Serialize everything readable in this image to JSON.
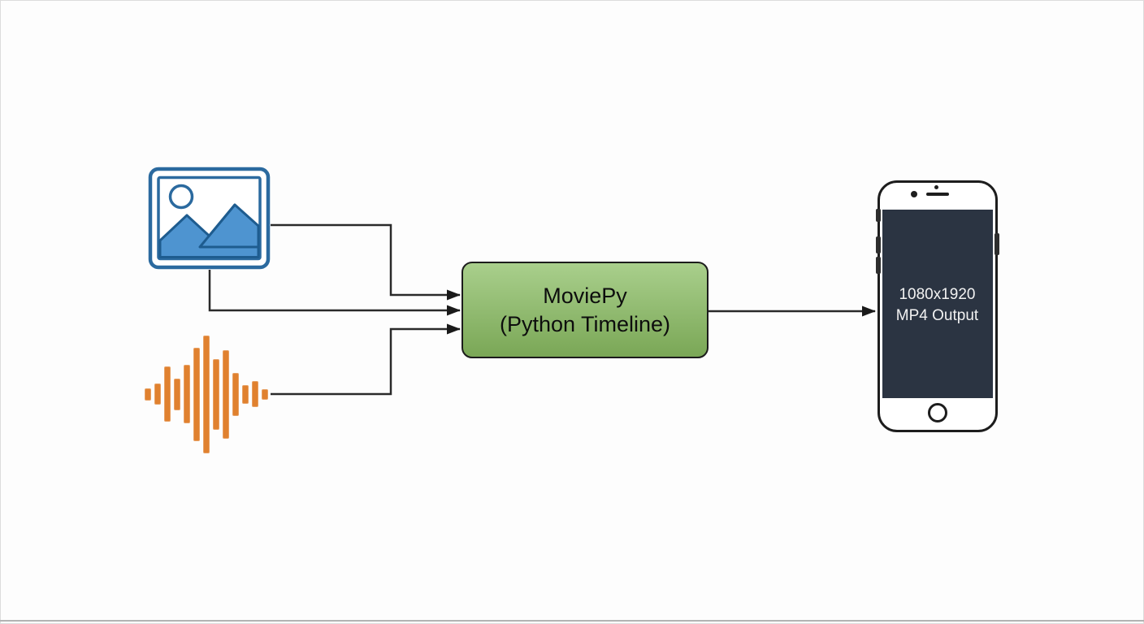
{
  "diagram": {
    "image_input": {
      "icon": "image-icon"
    },
    "audio_input": {
      "icon": "audio-waveform-icon",
      "bar_heights": [
        15,
        26,
        68,
        39,
        72,
        115,
        145,
        87,
        109,
        53,
        23,
        32,
        13
      ]
    },
    "processor": {
      "label_line1": "MoviePy",
      "label_line2": "(Python Timeline)"
    },
    "output": {
      "icon": "smartphone-icon",
      "screen_line1": "1080x1920",
      "screen_line2": "MP4 Output"
    },
    "connections": [
      {
        "from": "image-input",
        "to": "moviepy"
      },
      {
        "from": "image-input",
        "to": "moviepy"
      },
      {
        "from": "audio-input",
        "to": "moviepy"
      },
      {
        "from": "moviepy",
        "to": "smartphone-output"
      }
    ],
    "colors": {
      "canvas_bg": "#fdfdfd",
      "edge_light": "#dcdcdc",
      "edge_gray": "#b3b3b3",
      "line": "#2a2a2a",
      "moviepy_top": "#a9cf8c",
      "moviepy_bottom": "#7aa756",
      "moviepy_border": "#1c1c1c",
      "icon_blue": "#2b6a9f",
      "mountain_fill": "#4e94d0",
      "mountain_stroke": "#1e5c8f",
      "wave_orange": "#e0812f",
      "phone_outline": "#1d1d1d",
      "phone_screen": "#2b3442",
      "screen_text": "#f2f2f2"
    }
  }
}
